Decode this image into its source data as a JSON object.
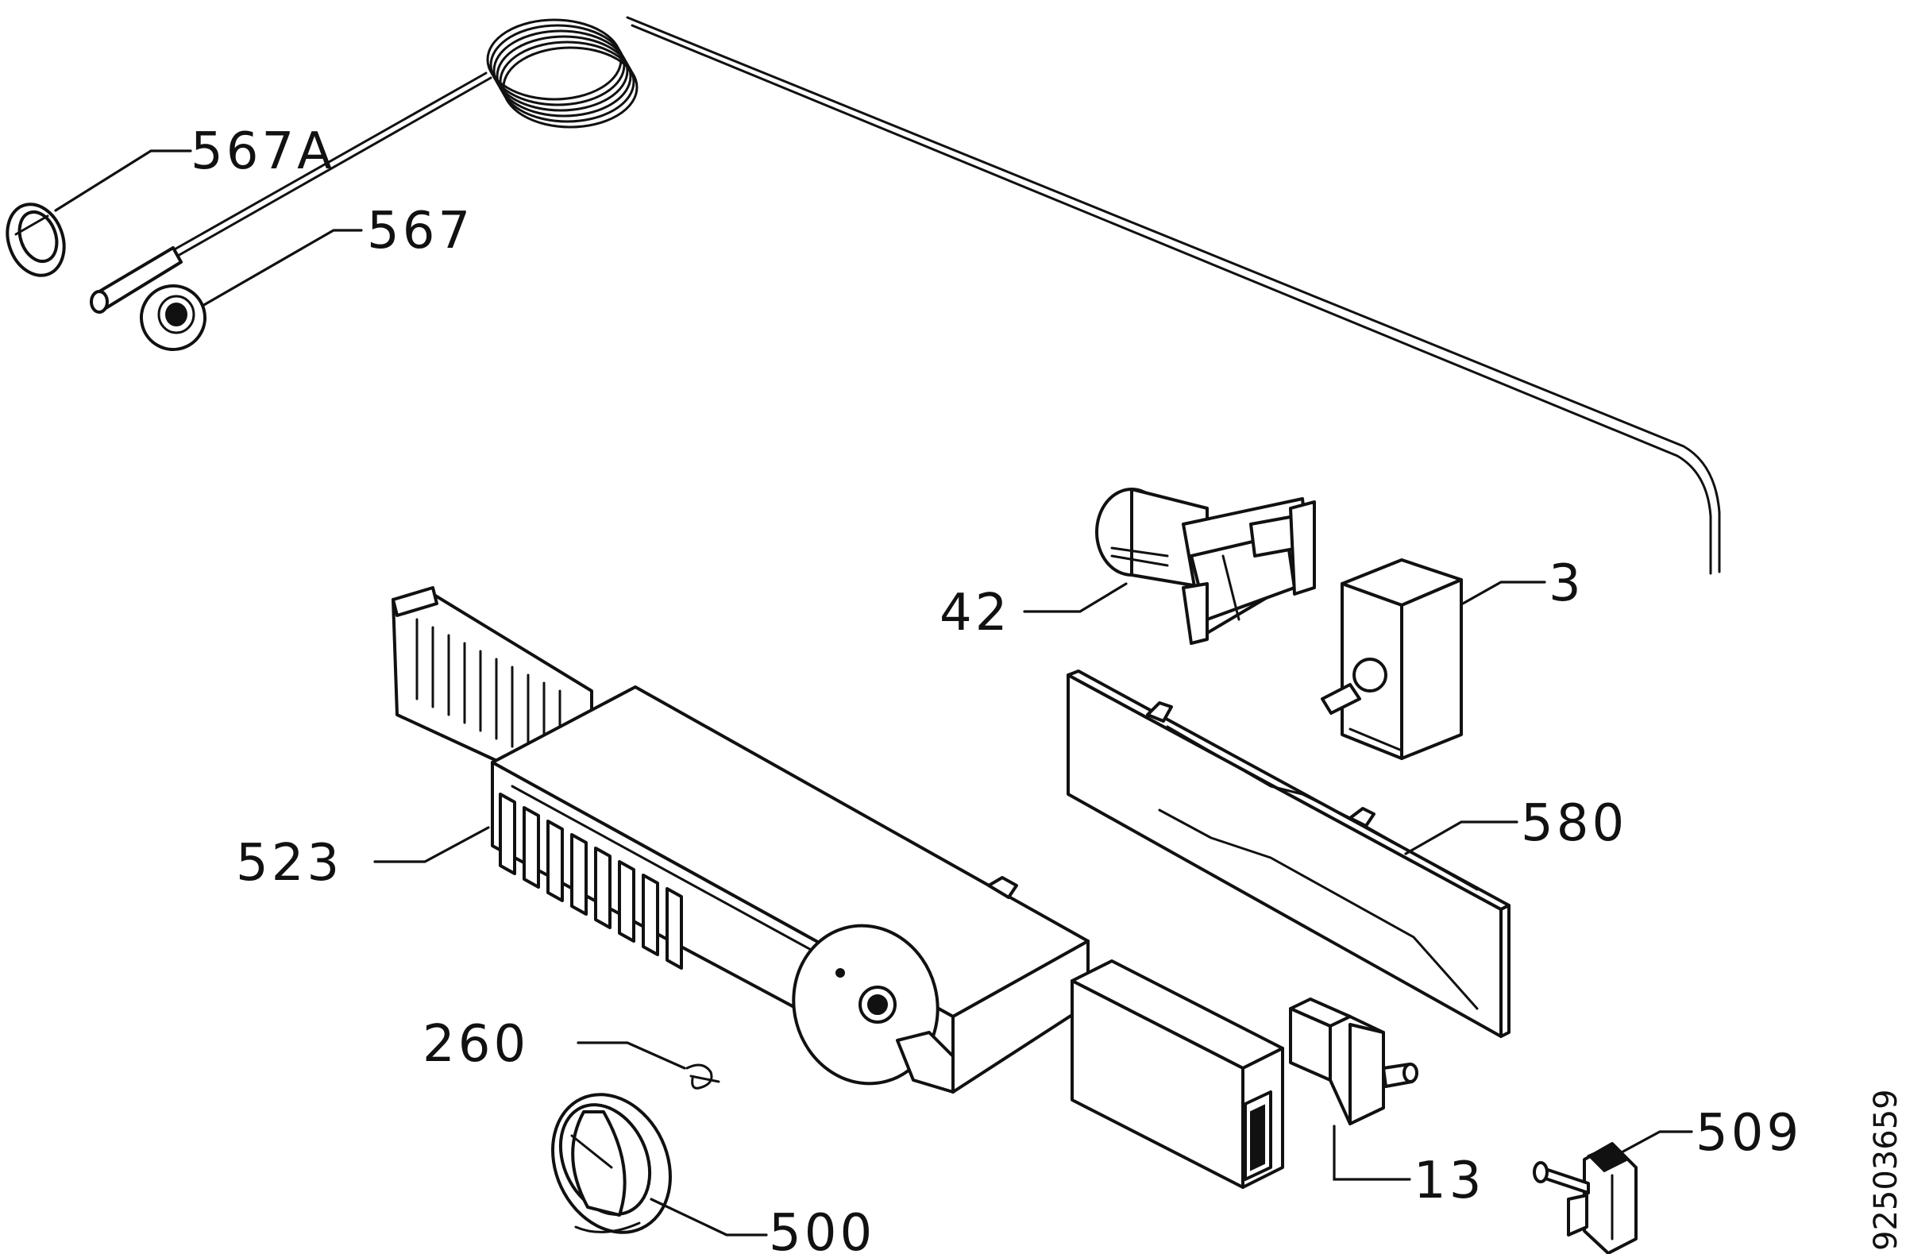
{
  "labels": {
    "p567A": "567A",
    "p567": "567",
    "p42": "42",
    "p3": "3",
    "p523": "523",
    "p580": "580",
    "p260": "260",
    "p13": "13",
    "p509": "509",
    "p500": "500"
  },
  "drawing_code": "92503659"
}
